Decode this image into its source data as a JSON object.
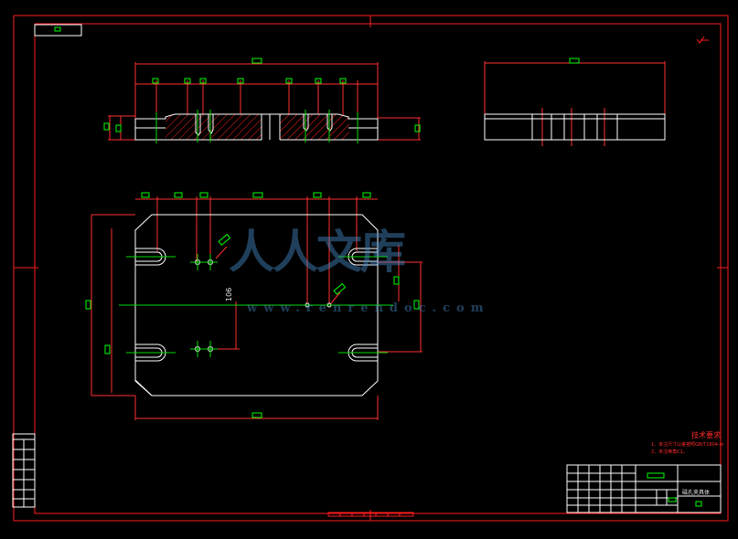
{
  "tech_requirements": {
    "title": "技术要求",
    "line1": "1、未注尺寸公差按照GB/T1804-m",
    "line2": "2、未注倒角C1。"
  },
  "title_block": {
    "part_name": "磁孔夹具体"
  },
  "dimensions": {
    "d106": "106"
  },
  "watermark": {
    "text": "人人文库",
    "url": "www.renrendoc.com"
  },
  "colors": {
    "border": "#ff1c1c",
    "outline": "#ffffff",
    "dimension": "#ff3030",
    "center_line": "#00d000",
    "dim_text": "#00ff00",
    "hatch": "#ff2020"
  }
}
